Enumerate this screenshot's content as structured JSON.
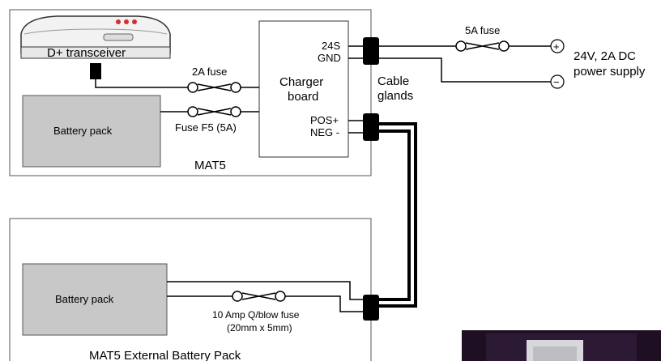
{
  "enclosures": {
    "mat5": {
      "label": "MAT5"
    },
    "external": {
      "label": "MAT5 External Battery Pack"
    }
  },
  "components": {
    "transceiver": "D+ transceiver",
    "battery_main": "Battery pack",
    "battery_external": "Battery pack",
    "charger_line1": "Charger",
    "charger_line2": "board",
    "cable_glands_line1": "Cable",
    "cable_glands_line2": "glands"
  },
  "terminals": {
    "t24s": "24S",
    "gnd": "GND",
    "pos": "POS+",
    "neg": "NEG -"
  },
  "fuses": {
    "f2a": "2A fuse",
    "f5": "Fuse F5 (5A)",
    "f5a": "5A fuse",
    "f10_line1": "10 Amp Q/blow fuse",
    "f10_line2": "(20mm x 5mm)"
  },
  "supply": {
    "line1": "24V, 2A DC",
    "line2": "power supply",
    "plus_symbol": "+",
    "minus_symbol": "−"
  },
  "colors": {
    "battery_fill": "#c8c8c8",
    "led": "#d03030",
    "wire": "#000000"
  }
}
